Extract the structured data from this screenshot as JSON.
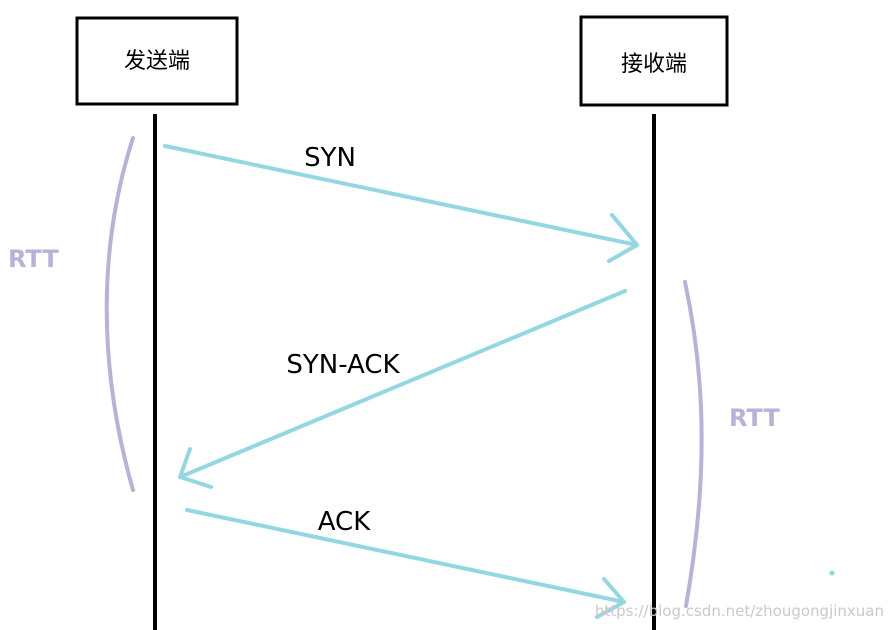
{
  "actors": {
    "sender": {
      "label": "发送端"
    },
    "receiver": {
      "label": "接收端"
    }
  },
  "messages": [
    {
      "label": "SYN",
      "from": "sender",
      "to": "receiver"
    },
    {
      "label": "SYN-ACK",
      "from": "receiver",
      "to": "sender"
    },
    {
      "label": "ACK",
      "from": "sender",
      "to": "receiver"
    }
  ],
  "rtt": {
    "left": {
      "label": "RTT"
    },
    "right": {
      "label": "RTT"
    }
  },
  "watermark": {
    "text": "https://blog.csdn.net/zhougongjinxuan"
  },
  "colors": {
    "line": "#000000",
    "arrow": "#93D7E3",
    "rtt": "#B9B1D9",
    "watermark": "#C9C9C9"
  }
}
